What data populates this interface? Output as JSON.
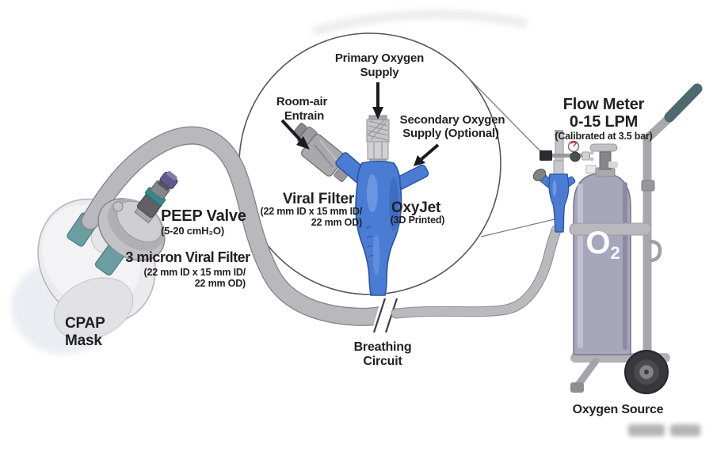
{
  "title": "OxyJet CPAP oxygen delivery system diagram",
  "labels": {
    "primary_oxygen": {
      "line1": "Primary Oxygen",
      "line2": "Supply"
    },
    "room_air": {
      "line1": "Room-air",
      "line2": "Entrain"
    },
    "secondary_oxygen": {
      "line1": "Secondary Oxygen",
      "line2": "Supply (Optional)"
    },
    "viral_filter_detail": {
      "title": "Viral Filter",
      "spec1": "(22 mm ID x 15 mm ID/",
      "spec2": "22 mm OD)"
    },
    "oxyjet": {
      "title": "OxyJet",
      "subtitle": "(3D Printed)"
    },
    "peep_valve": {
      "title": "PEEP Valve",
      "subtitle": "(5-20 cmH₂O)"
    },
    "micron_filter": {
      "title": "3 micron Viral Filter",
      "spec1": "(22 mm ID x 15 mm ID/",
      "spec2": "22 mm OD)"
    },
    "cpap_mask": {
      "line1": "CPAP",
      "line2": "Mask"
    },
    "flow_meter": {
      "line1": "Flow Meter",
      "line2": "0-15 LPM",
      "line3": "(Calibrated at 3.5 bar)"
    },
    "breathing_circuit": {
      "line1": "Breathing",
      "line2": "Circuit"
    },
    "oxygen_source": {
      "text": "Oxygen Source"
    },
    "tank": {
      "label_main": "O",
      "label_sub": "2"
    }
  },
  "colors": {
    "oxyjet_blue": "#4a7cd4",
    "oxyjet_blue_dark": "#2a549e",
    "mask_teal": "#6b9da1",
    "peep_teal": "#2e8b8f",
    "peep_purple": "#5d5a8e",
    "tank_body": "#a8a6bb",
    "cart_handle_teal": "#4d6a6e",
    "gauge_red": "#c03a35",
    "text": "#231f20"
  }
}
